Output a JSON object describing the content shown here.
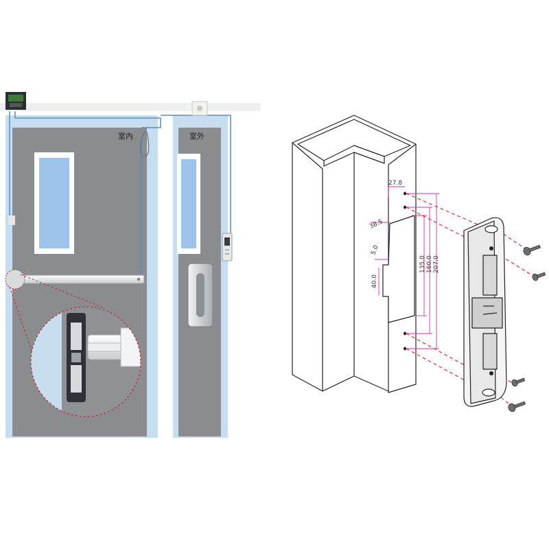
{
  "labels": {
    "indoor": "室內",
    "outdoor": "室外"
  },
  "dimensions": {
    "d1": "27.8",
    "d2": "38.5",
    "d3": "5.0",
    "d4": "40.0",
    "d5": "135.0",
    "d6": "160.0",
    "d7": "207.0"
  },
  "colors": {
    "door_panel": "#8a8c8f",
    "door_frame": "#b9d6e8",
    "glass": "#9ec3ea",
    "wire": "#5b8cc4",
    "callout": "#c0272d",
    "dimension_line": "#e22aa8",
    "install_guide": "#d0202a",
    "lock_body": "#2e3138"
  },
  "icons": {
    "power_supply": "power-supply-icon",
    "exit_button": "exit-button-icon",
    "card_reader": "card-reader-icon",
    "screw": "screw-icon"
  }
}
